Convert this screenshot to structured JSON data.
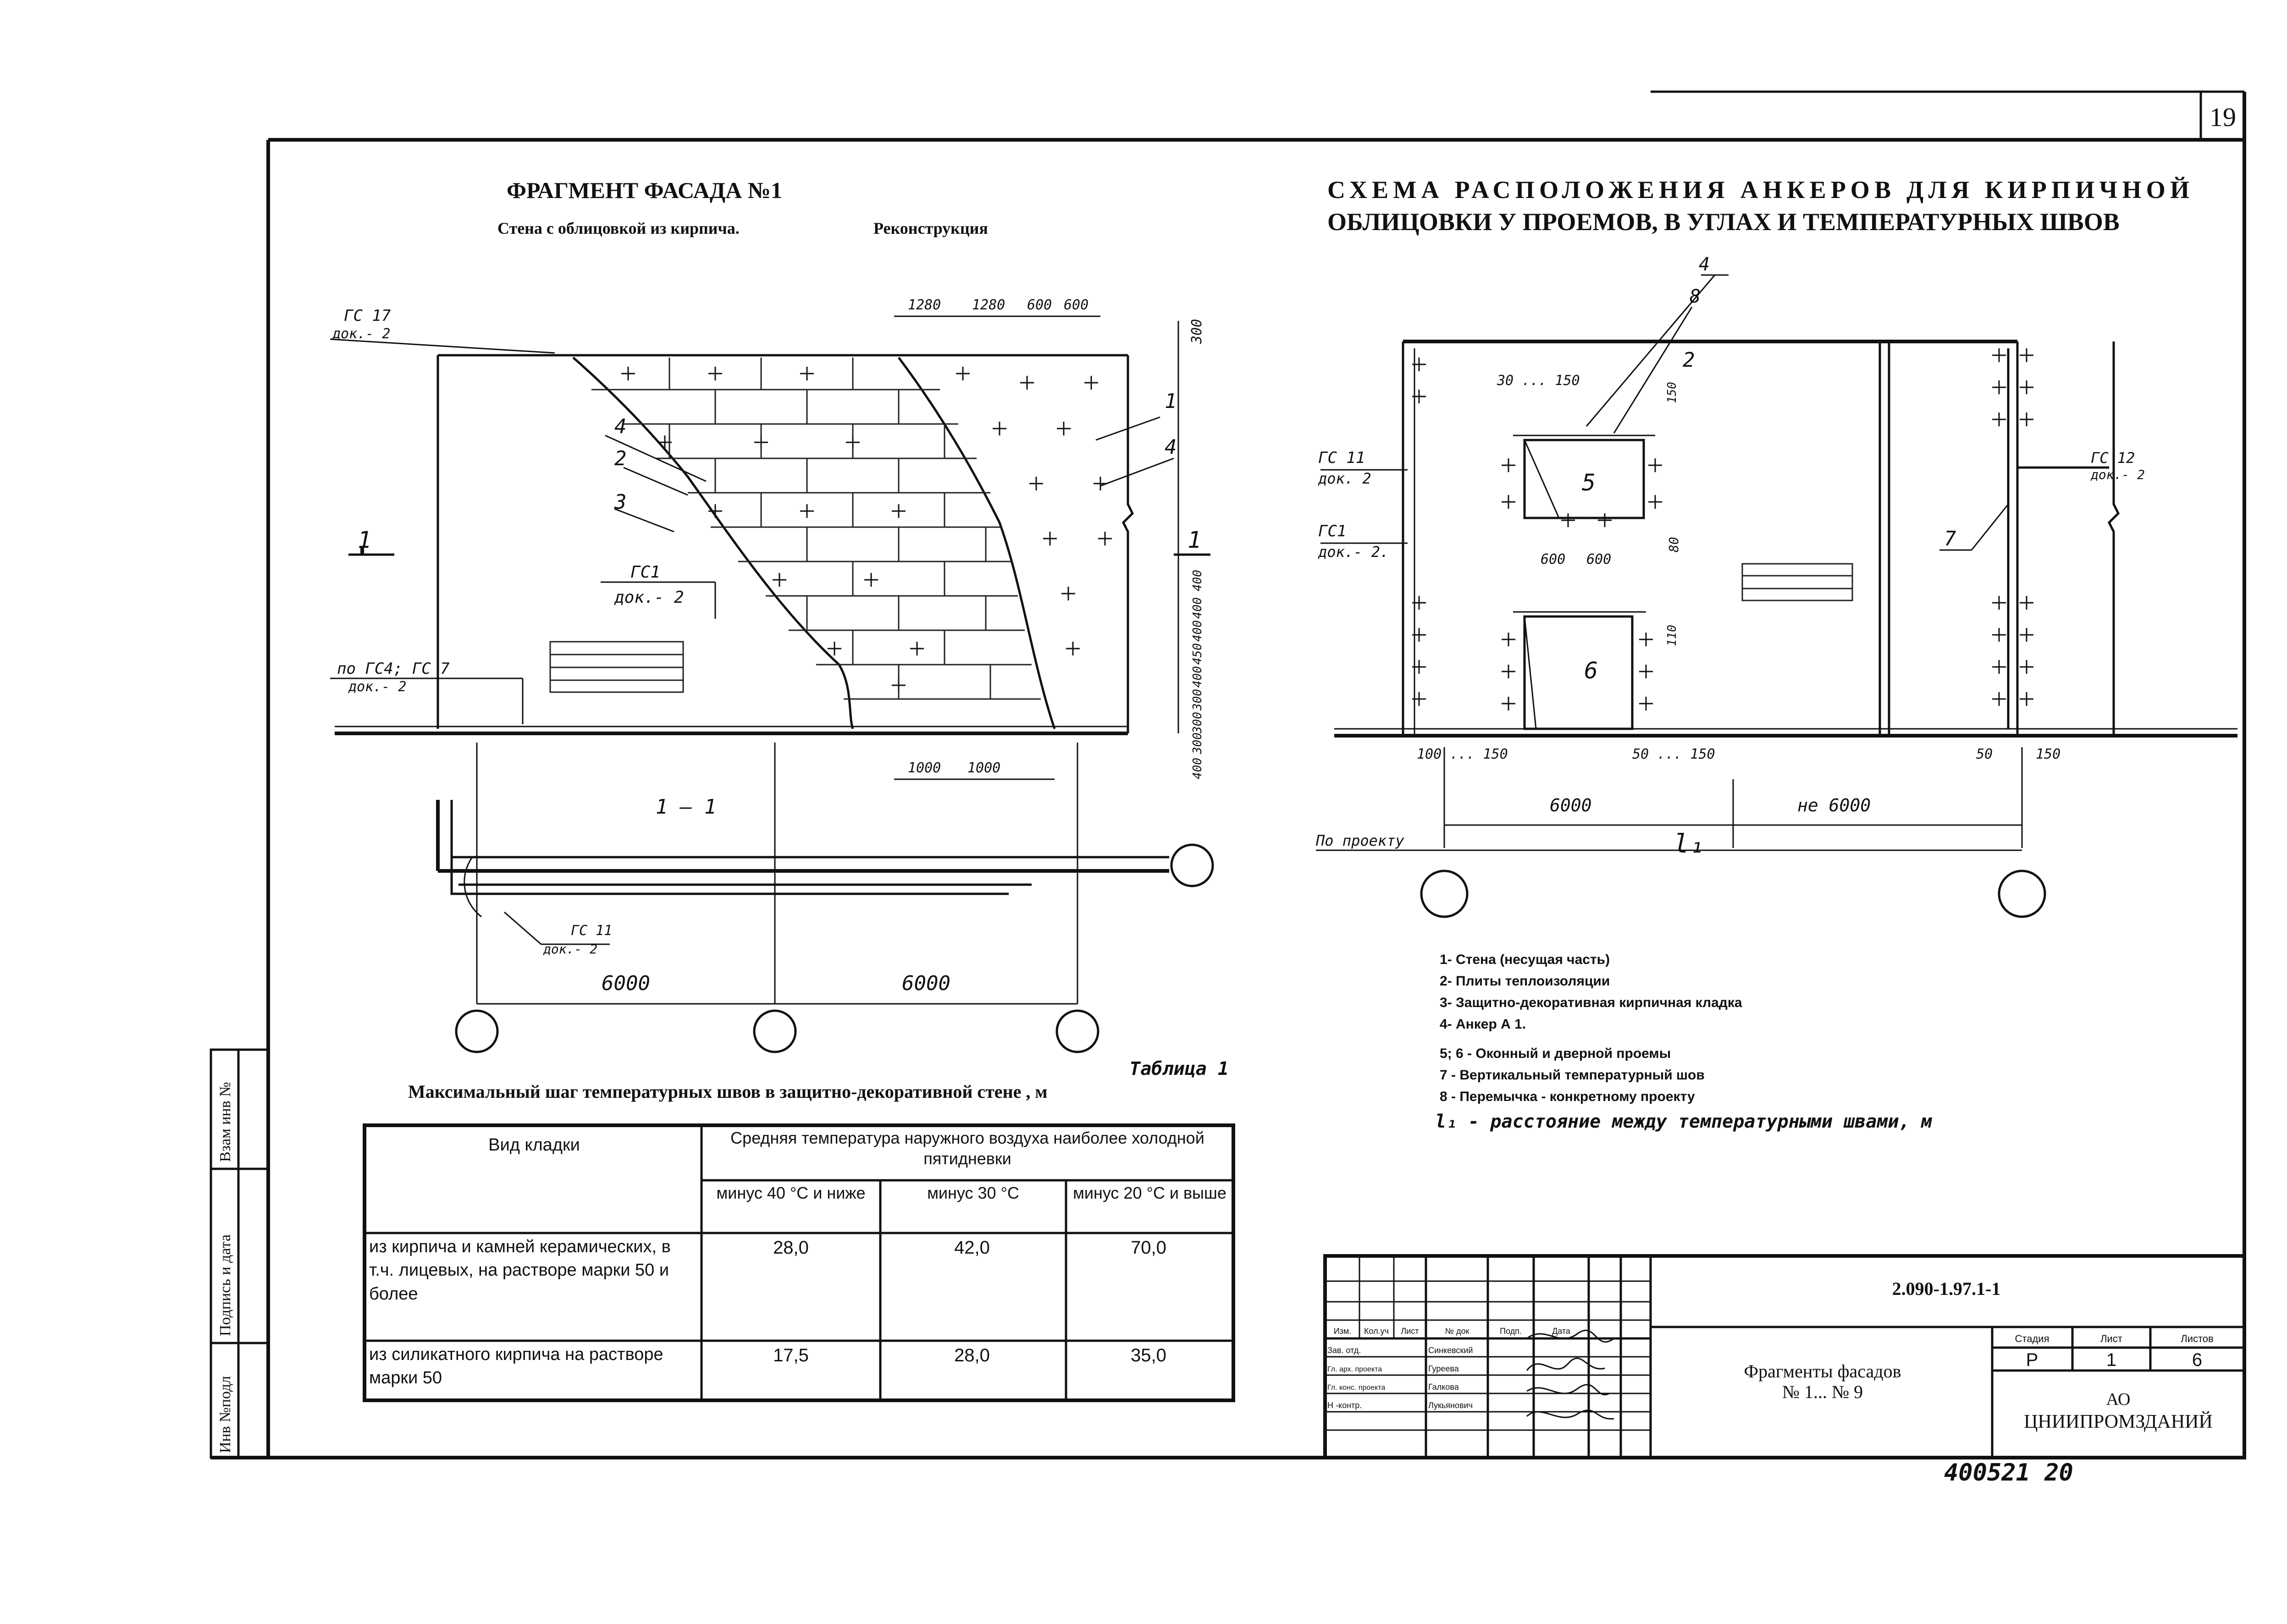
{
  "sheet": {
    "page_number": "19",
    "left_stamp": [
      "Инв №подл",
      "Подпись и дата",
      "Взам инв №"
    ]
  },
  "left_section": {
    "title": "ФРАГМЕНТ ФАСАДА №1",
    "subtitle": "Стена с облицовкой из кирпича.",
    "subtitle_note": "Реконструкция",
    "labels": {
      "gs17": "ГС 17",
      "dok2a": "док.- 2",
      "gs1": "ГС1",
      "dok2b": "док.- 2",
      "gs4": "по ГС4; ГС 7",
      "dok2c": "док.- 2",
      "gs11": "ГС 11",
      "dok2d": "док.- 2",
      "mark_1_left": "1",
      "mark_1_right": "1",
      "section": "1 — 1",
      "n1": "1",
      "n2": "2",
      "n3": "3",
      "n4a": "4",
      "n4b": "4"
    },
    "top_dims": [
      "1280",
      "1280",
      "600",
      "600"
    ],
    "dim_300": "300",
    "right_dims": [
      "400",
      "400",
      "400",
      "450",
      "400",
      "300",
      "300",
      "300",
      "400"
    ],
    "bottom_dims": [
      "1000",
      "1000"
    ],
    "axis_dims": [
      "6000",
      "6000"
    ]
  },
  "right_section": {
    "title_line1": "СХЕМА РАСПОЛОЖЕНИЯ АНКЕРОВ ДЛЯ КИРПИЧНОЙ",
    "title_line2": "ОБЛИЦОВКИ У ПРОЕМОВ, В УГЛАХ И ТЕМПЕРАТУРНЫХ ШВОВ",
    "labels": {
      "gs11": "ГС 11",
      "dok2a": "док. 2",
      "gs1": "ГС1",
      "dok2b": "док.- 2.",
      "gs12": "ГС 12",
      "dok2c": "док.- 2",
      "n4": "4",
      "n8": "8",
      "n2": "2",
      "n5": "5",
      "n6": "6",
      "n7": "7",
      "dim_top_opening": "30 ... 150",
      "dim_600a": "600",
      "dim_600b": "600",
      "dim_150": "150",
      "dim_80": "80",
      "dim_110": "110",
      "dim_100_150": "100 ... 150",
      "dim_50_150": "50 ... 150",
      "dim_50": "50",
      "dim_150b": "150",
      "dim_6000": "6000",
      "dim_max": "не 6000",
      "l1": "l₁",
      "project": "По проекту"
    },
    "legend": [
      "1- Стена (несущая часть)",
      "2- Плиты теплоизоляции",
      "3- Защитно-декоративная кирпичная кладка",
      "4- Анкер А 1.",
      "5; 6 - Оконный и дверной проемы",
      "7 - Вертикальный температурный шов",
      "8 - Перемычка - конкретному проекту"
    ],
    "legend_handwritten": "l₁ - расстояние между температурными швами, м"
  },
  "table": {
    "caption": "Таблица 1",
    "title": "Максимальный шаг температурных швов в защитно-декоративной стене , м",
    "header_left": "Вид кладки",
    "header_group": "Средняя температура наружного воздуха наиболее холодной пятидневки",
    "columns": [
      "минус 40 °С и ниже",
      "минус 30 °С",
      "минус 20 °С и выше"
    ],
    "rows": [
      {
        "label": "из кирпича и камней керамических, в т.ч. лицевых, на растворе марки 50 и более",
        "values": [
          "28,0",
          "42,0",
          "70,0"
        ]
      },
      {
        "label": "из силикатного кирпича на растворе марки 50",
        "values": [
          "17,5",
          "28,0",
          "35,0"
        ]
      }
    ]
  },
  "title_block": {
    "doc_code": "2.090-1.97.1-1",
    "name_line1": "Фрагменты фасадов",
    "name_line2": "№ 1... № 9",
    "header_cells": [
      "Изм.",
      "Кол.уч",
      "Лист",
      "№ док",
      "Подп.",
      "Дата"
    ],
    "roles": [
      "Зав. отд.",
      "Гл. арх. проекта",
      "Гл. конс. проекта",
      "Н -контр."
    ],
    "names": [
      "Синкевский",
      "Гуреева",
      "Галкова",
      "Лукьянович"
    ],
    "stage_label": "Стадия",
    "sheet_label": "Лист",
    "sheets_label": "Листов",
    "stage": "Р",
    "sheet": "1",
    "sheets": "6",
    "org_line1": "АО",
    "org_line2": "ЦНИИПРОМЗДАНИЙ"
  },
  "bottom_note": "400521   20"
}
